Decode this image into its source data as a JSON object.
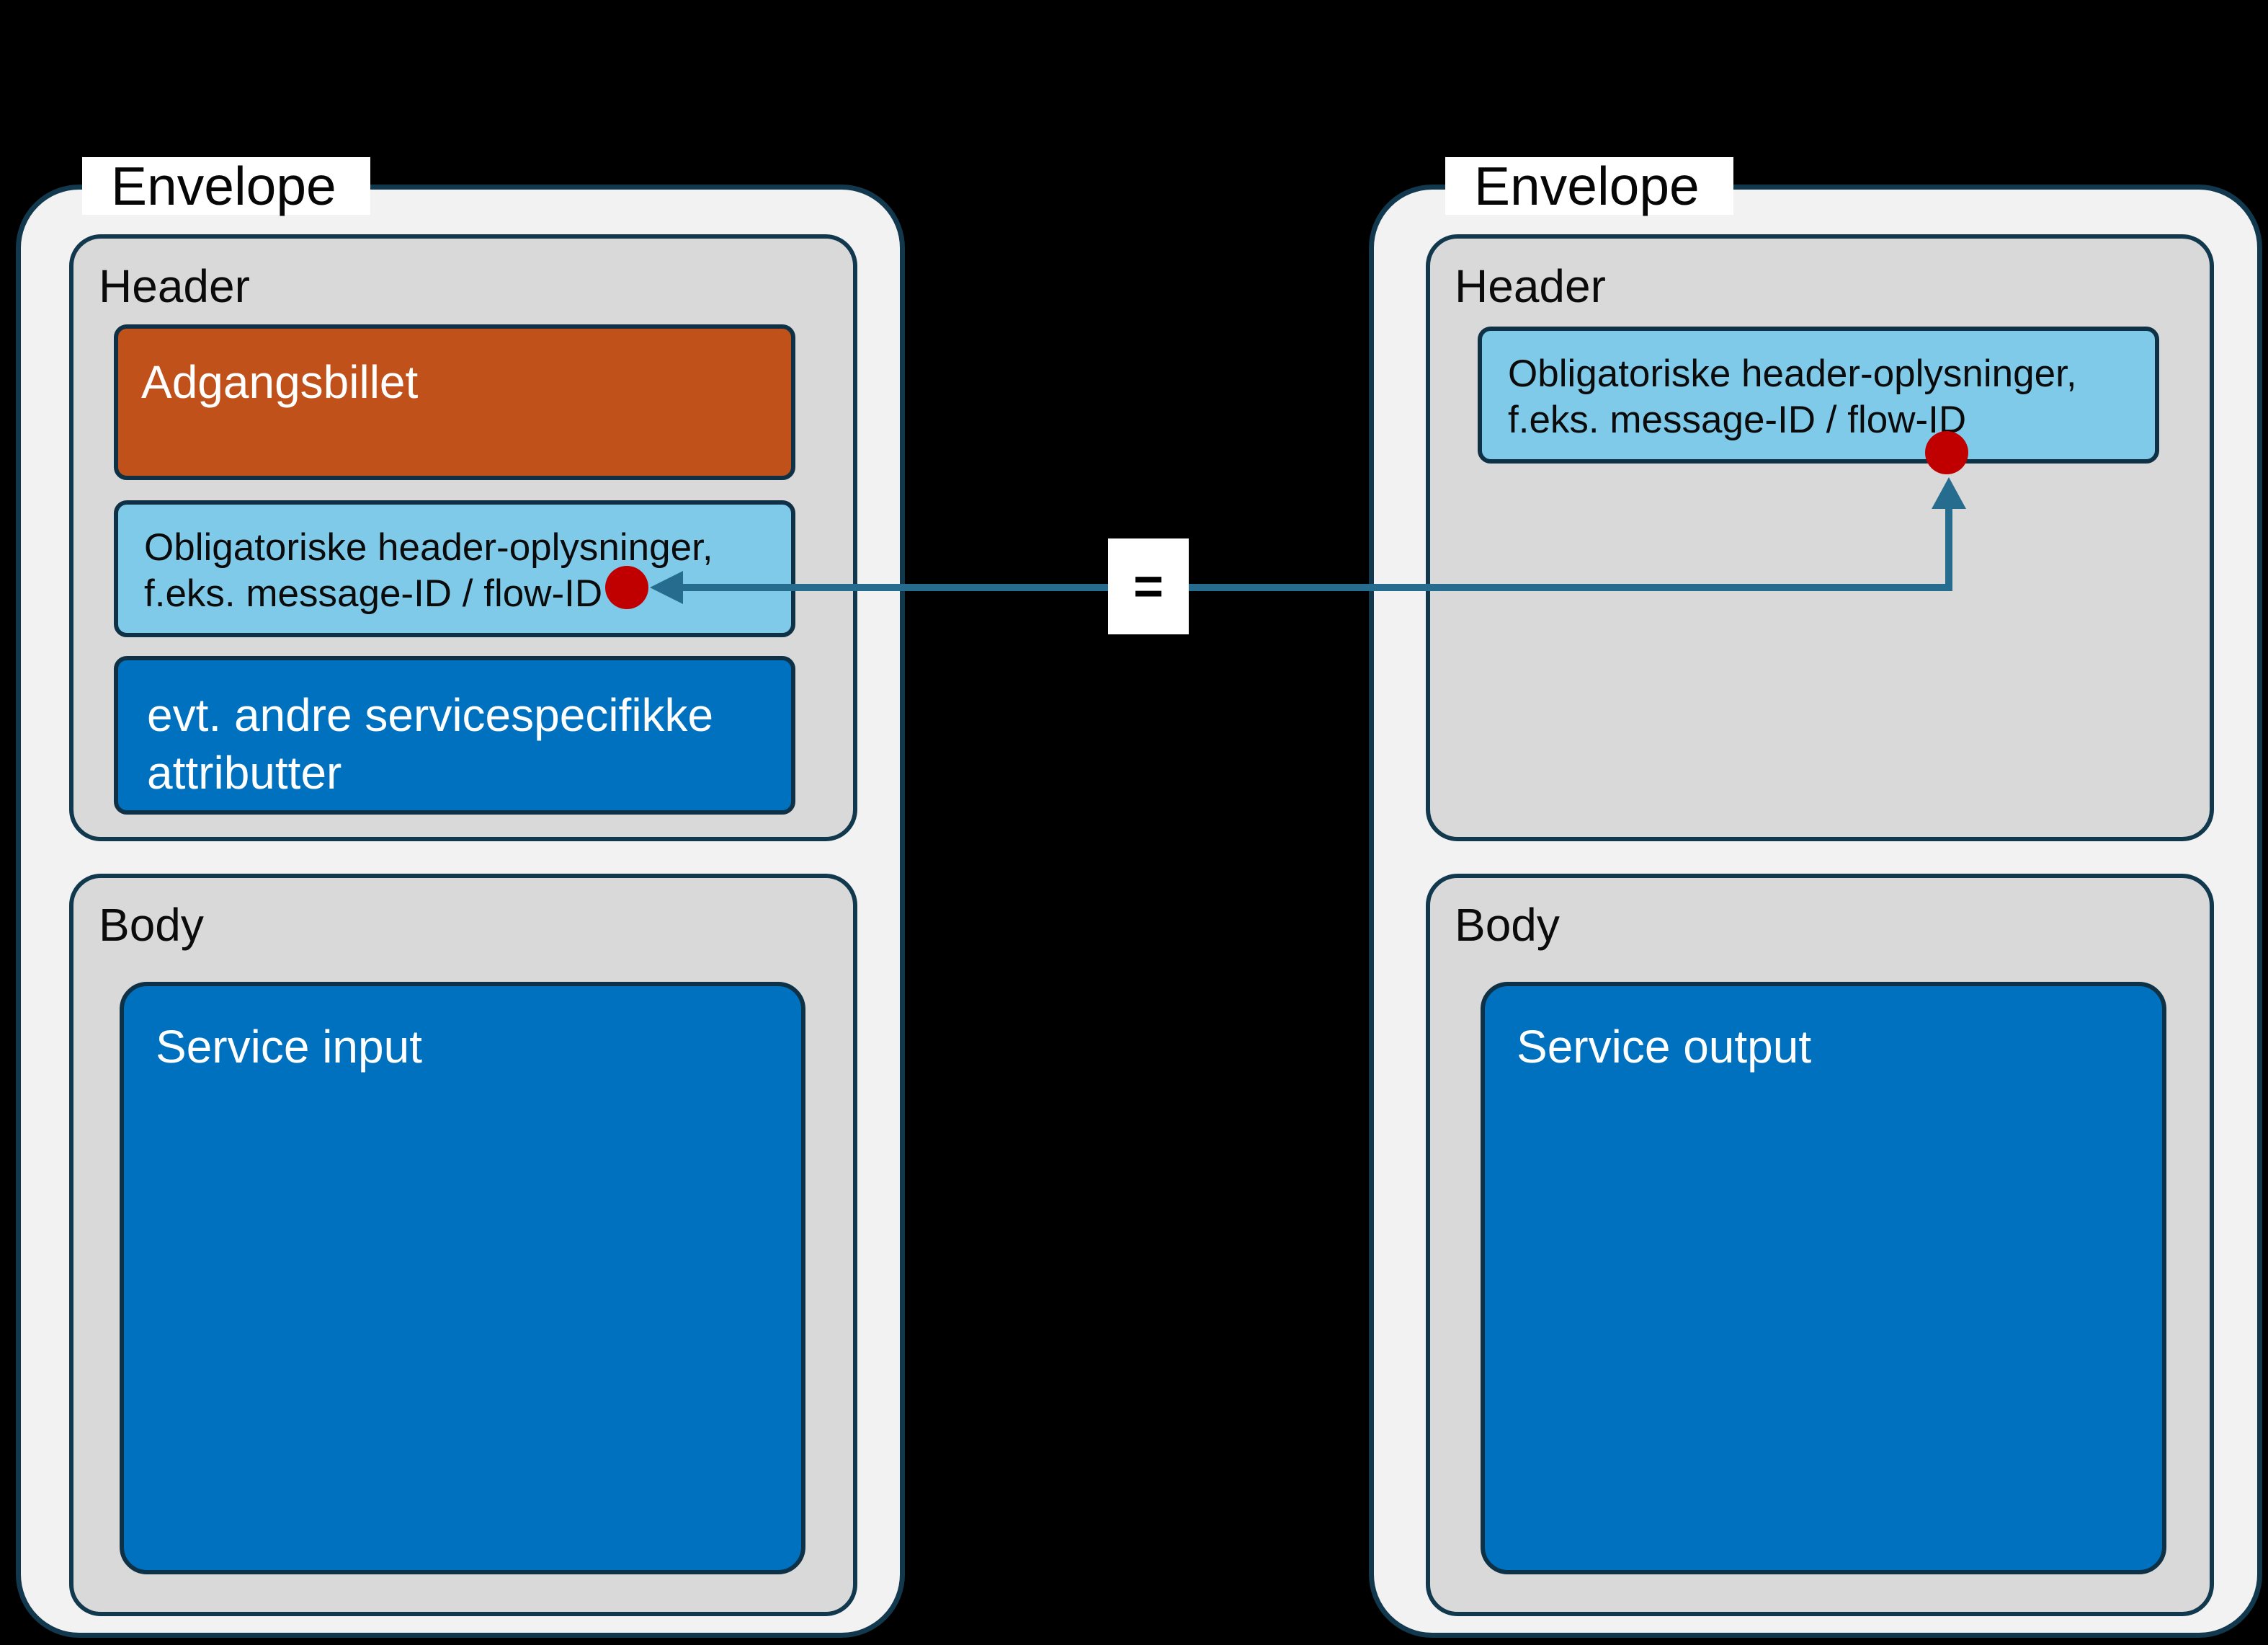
{
  "diagram": {
    "description_colors": {
      "background": "#000000",
      "envelope_fill": "#F2F2F2",
      "section_fill": "#D9D9D9",
      "border_dark": "#12384E",
      "orange": "#C1511A",
      "light_blue": "#7FC9E9",
      "blue": "#0071BF",
      "red_marker": "#C00000",
      "arrow": "#266C8E",
      "label_background": "#FFFFFF"
    },
    "connector": {
      "equals_symbol": "="
    },
    "envelopes": [
      {
        "label": "Envelope",
        "header": {
          "label": "Header",
          "ticket_box": {
            "text": "Adgangsbillet"
          },
          "mandatory_box": {
            "text": "Obligatoriske header-oplysninger,\nf.eks. message-ID / flow-ID"
          },
          "attributes_box": {
            "text": "evt. andre servicespecifikke\nattributter"
          }
        },
        "body": {
          "label": "Body",
          "service_box": {
            "text": "Service input"
          }
        }
      },
      {
        "label": "Envelope",
        "header": {
          "label": "Header",
          "mandatory_box": {
            "text": "Obligatoriske header-oplysninger,\nf.eks. message-ID / flow-ID"
          }
        },
        "body": {
          "label": "Body",
          "service_box": {
            "text": "Service output"
          }
        }
      }
    ]
  }
}
